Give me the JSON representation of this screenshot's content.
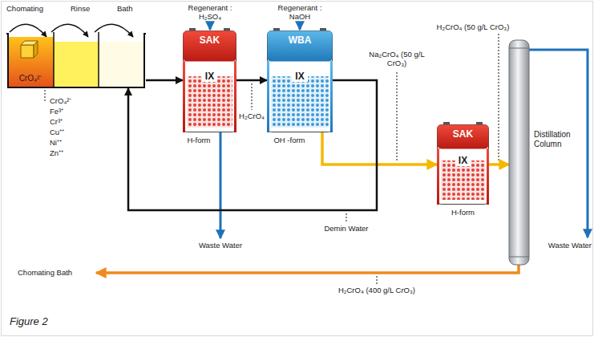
{
  "diagram": {
    "caption": "Figure 2",
    "nodes": [
      {
        "text": [
          "CrO₄²⁻"
        ]
      },
      {
        "text": [
          "SAK",
          "IX",
          "H-form"
        ]
      },
      {
        "text": [
          "WBA",
          "IX",
          "OH -form"
        ]
      },
      {
        "text": [
          "SAK",
          "IX",
          "H-form"
        ]
      },
      {
        "text": [
          "Distillation Column"
        ]
      }
    ],
    "edges": [
      {
        "from": 0,
        "to": 1,
        "arrow": "to"
      },
      {
        "from": 1,
        "to": 2,
        "label": "H₂CrO₄",
        "arrow": "to"
      },
      {
        "from": 2,
        "to": 3,
        "label": "Na₂CrO₄ (50 g/L CrO₃)",
        "arrow": "to"
      },
      {
        "from": 3,
        "to": 4,
        "label": "H₂CrO₄ (50 g/L CrO₃)",
        "arrow": "to"
      },
      {
        "from": 2,
        "to": 0,
        "label": "Demin Water",
        "arrow": "to"
      }
    ],
    "labels": [
      "Chomating",
      "Rinse",
      "Bath",
      "CrO₄²⁻",
      "Fe³⁺",
      "Cr³⁺",
      "Cu⁺⁺",
      "Ni⁺⁺",
      "Zn⁺⁺",
      "Regenerant : H₂SO₄",
      "Regenerant : NaOH",
      "Waste Water",
      "Waste Water",
      "Chomating Bath",
      "H₂CrO₄ (400 g/L CrO₃)"
    ]
  }
}
